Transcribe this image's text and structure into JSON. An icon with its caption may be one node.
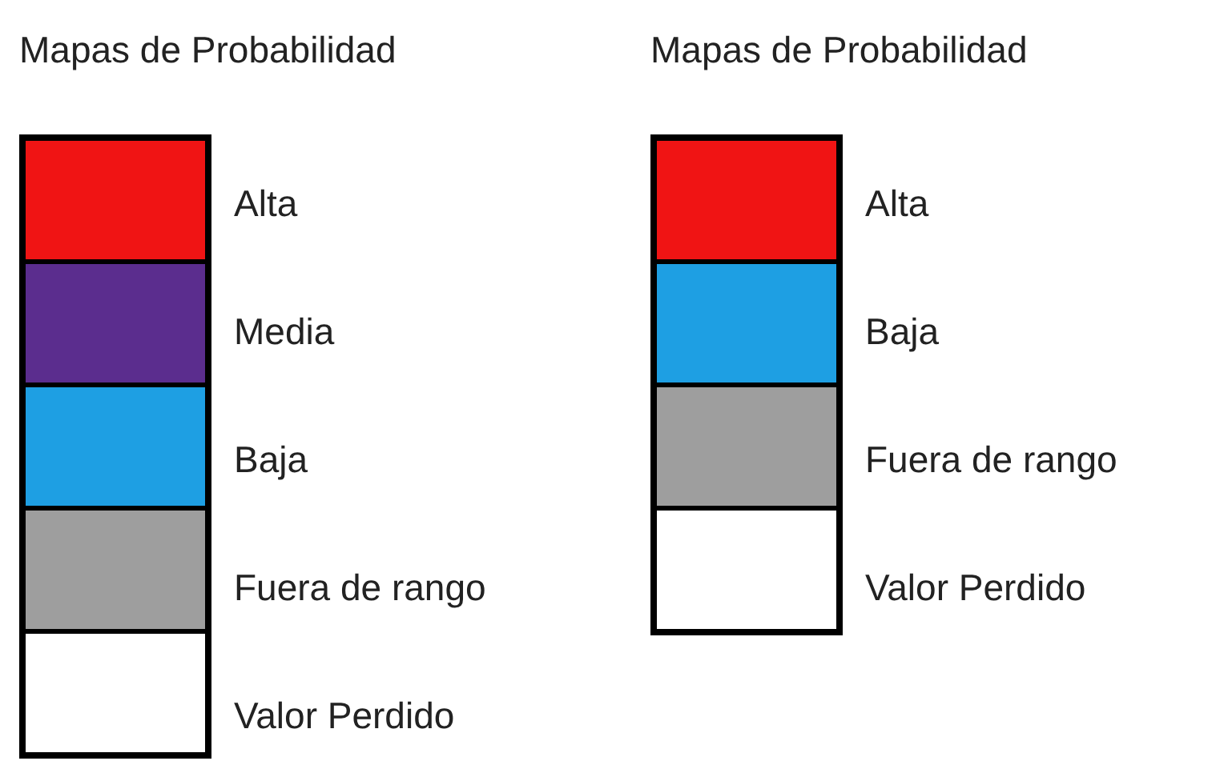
{
  "diagram": {
    "labels": [
      "Mapas de Probabilidad",
      "Mapas de Probabilidad"
    ],
    "legend": [
      {
        "text": "Alta",
        "color": "#f01414"
      },
      {
        "text": "Media",
        "color": "#5b2d8e"
      },
      {
        "text": "Baja",
        "color": "#1e9fe3"
      },
      {
        "text": "Fuera de rango",
        "color": "#9e9e9e"
      },
      {
        "text": "Valor Perdido",
        "color": "#ffffff"
      },
      {
        "text": "Alta",
        "color": "#f01414"
      },
      {
        "text": "Baja",
        "color": "#1e9fe3"
      },
      {
        "text": "Fuera de rango",
        "color": "#9e9e9e"
      },
      {
        "text": "Valor Perdido",
        "color": "#ffffff"
      }
    ]
  }
}
